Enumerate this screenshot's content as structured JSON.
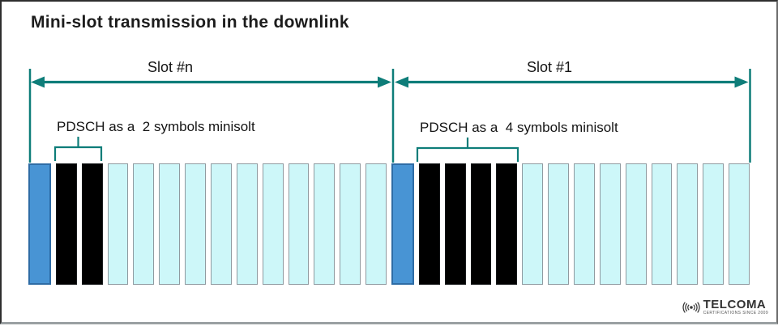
{
  "title": "Mini-slot transmission in the downlink",
  "slots": [
    {
      "label": "Slot #n",
      "annotation": "PDSCH as a  2 symbols minisolt",
      "symbols": [
        "blue",
        "black",
        "black",
        "cyan",
        "cyan",
        "cyan",
        "cyan",
        "cyan",
        "cyan",
        "cyan",
        "cyan",
        "cyan",
        "cyan",
        "cyan"
      ]
    },
    {
      "label": "Slot #1",
      "annotation": "PDSCH as a  4 symbols minisolt",
      "symbols": [
        "blue",
        "black",
        "black",
        "black",
        "black",
        "cyan",
        "cyan",
        "cyan",
        "cyan",
        "cyan",
        "cyan",
        "cyan",
        "cyan",
        "cyan"
      ]
    }
  ],
  "colors": {
    "accent_teal": "#0e7d79",
    "blue_symbol_fill": "#4894d4",
    "blue_symbol_border": "#2e6ca5",
    "black_symbol_fill": "#000000",
    "cyan_symbol_fill": "#cdf7f9",
    "cyan_symbol_border": "#8f9aa0"
  },
  "logo": {
    "brand": "TELCOMA",
    "tagline": "CERTIFICATIONS SINCE 2009"
  }
}
